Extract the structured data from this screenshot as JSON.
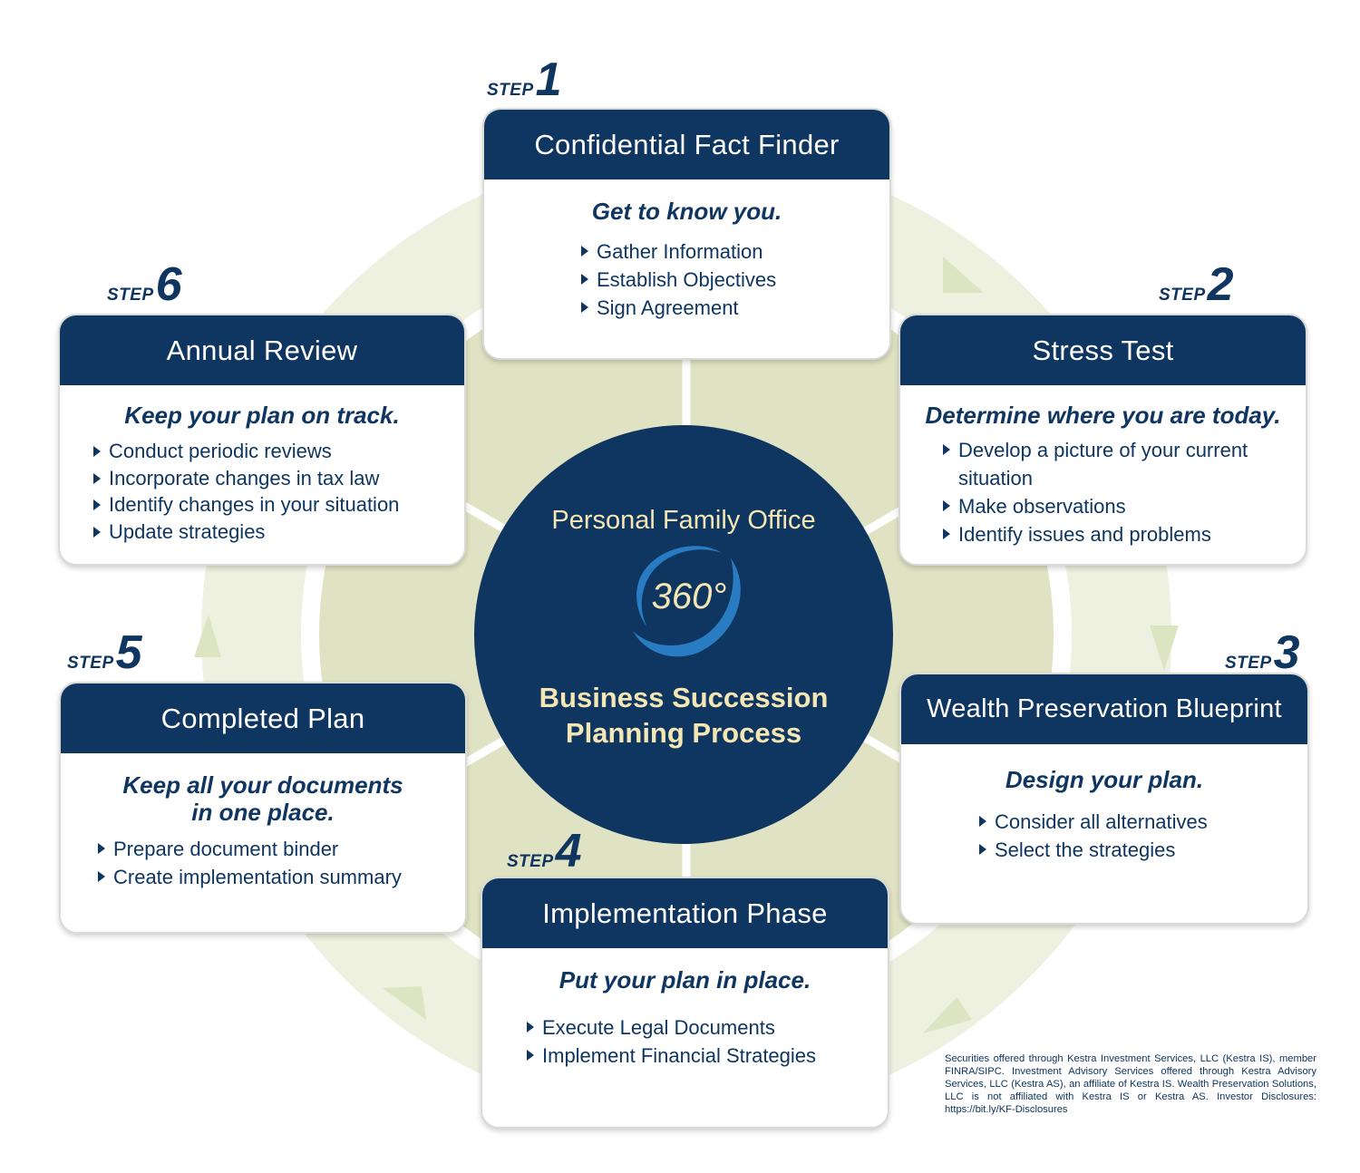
{
  "colors": {
    "navy": "#0f3660",
    "cream_text": "#f4e7b4",
    "ring_light": "#eef1e0",
    "ring_arrow": "#dde4c2",
    "disc": "#e0e3c3",
    "logo_swoosh": "#2a7cc2"
  },
  "center": {
    "subtitle": "Personal Family Office",
    "degree": "360°",
    "title_line1": "Business Succession",
    "title_line2": "Planning Process"
  },
  "steps": [
    {
      "step_word": "STEP",
      "number": "1",
      "title": "Confidential Fact Finder",
      "tagline": "Get to know you.",
      "bullets": [
        "Gather Information",
        "Establish Objectives",
        "Sign Agreement"
      ]
    },
    {
      "step_word": "STEP",
      "number": "2",
      "title": "Stress Test",
      "tagline": "Determine where you are today.",
      "bullets": [
        "Develop a picture of your current situation",
        "Make observations",
        "Identify issues and problems"
      ]
    },
    {
      "step_word": "STEP",
      "number": "3",
      "title": "Wealth Preservation Blueprint",
      "tagline": "Design your plan.",
      "bullets": [
        "Consider all alternatives",
        "Select the strategies"
      ]
    },
    {
      "step_word": "STEP",
      "number": "4",
      "title": "Implementation Phase",
      "tagline": "Put your plan in place.",
      "bullets": [
        "Execute Legal Documents",
        "Implement Financial Strategies"
      ]
    },
    {
      "step_word": "STEP",
      "number": "5",
      "title": "Completed Plan",
      "tagline_line1": "Keep all your documents",
      "tagline_line2": "in one place.",
      "bullets": [
        "Prepare document binder",
        "Create implementation summary"
      ]
    },
    {
      "step_word": "STEP",
      "number": "6",
      "title": "Annual Review",
      "tagline": "Keep your plan on track.",
      "bullets": [
        "Conduct periodic reviews",
        "Incorporate changes in tax law",
        "Identify changes in your situation",
        "Update strategies"
      ]
    }
  ],
  "disclaimer": "Securities offered through Kestra Investment Services, LLC (Kestra IS), member FINRA/SIPC. Investment Advisory Services offered through Kestra Advisory Services, LLC (Kestra AS), an affiliate of Kestra IS. Wealth Preservation Solutions, LLC is not affiliated with Kestra IS or Kestra AS. Investor Disclosures: https://bit.ly/KF-Disclosures"
}
